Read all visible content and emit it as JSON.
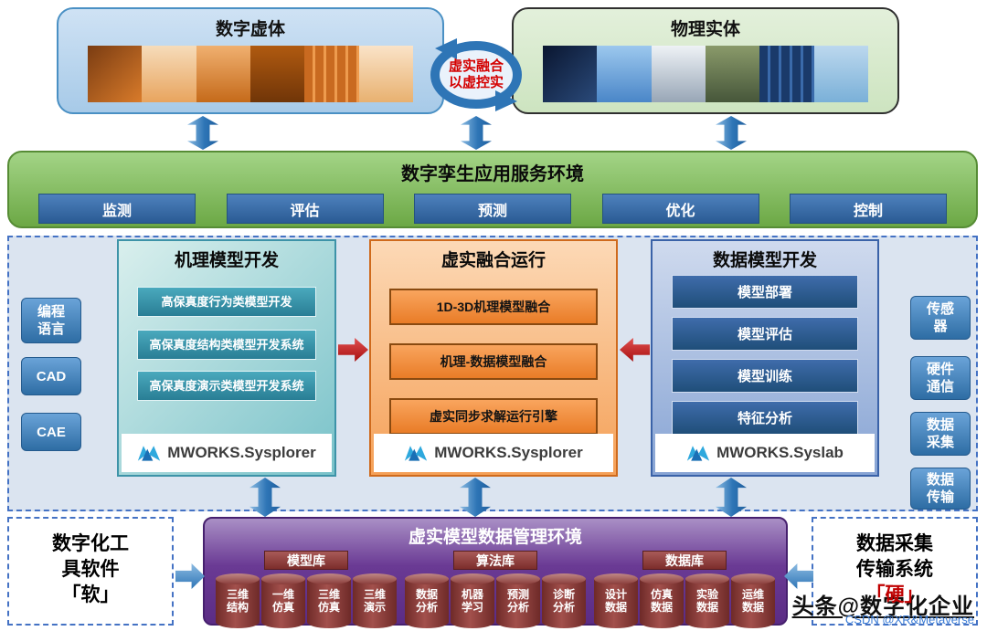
{
  "top": {
    "digital_title": "数字虚体",
    "physical_title": "物理实体",
    "fusion_line1": "虚实融合",
    "fusion_line2": "以虚控实",
    "digital_images": [
      "space-shuttle",
      "fighter-jet",
      "high-speed-train",
      "tank",
      "solar-panels",
      "wind-turbines"
    ],
    "physical_images": [
      "space-shuttle",
      "fighter-jet",
      "high-speed-train",
      "tank",
      "solar-panels",
      "wind-turbines"
    ]
  },
  "service_env": {
    "title": "数字孪生应用服务环境",
    "buttons": [
      "监测",
      "评估",
      "预测",
      "优化",
      "控制"
    ]
  },
  "left_tools": [
    "编程语言",
    "CAD",
    "CAE"
  ],
  "right_tools": [
    "传感器",
    "硬件通信",
    "数据采集",
    "数据传输"
  ],
  "columns": [
    {
      "title": "机理模型开发",
      "items": [
        "高保真度行为类模型开发",
        "高保真度结构类模型开发系统",
        "高保真度演示类模型开发系统"
      ],
      "product": "MWORKS.Sysplorer"
    },
    {
      "title": "虚实融合运行",
      "items": [
        "1D-3D机理模型融合",
        "机理-数据模型融合",
        "虚实同步求解运行引擎"
      ],
      "product": "MWORKS.Sysplorer"
    },
    {
      "title": "数据模型开发",
      "items": [
        "模型部署",
        "模型评估",
        "模型训练",
        "特征分析"
      ],
      "product": "MWORKS.Syslab"
    }
  ],
  "data_mgmt": {
    "title": "虚实模型数据管理环境",
    "groups": [
      {
        "label": "模型库",
        "cylinders": [
          {
            "l1": "三维",
            "l2": "结构"
          },
          {
            "l1": "一维",
            "l2": "仿真"
          },
          {
            "l1": "三维",
            "l2": "仿真"
          },
          {
            "l1": "三维",
            "l2": "演示"
          }
        ]
      },
      {
        "label": "算法库",
        "cylinders": [
          {
            "l1": "数据",
            "l2": "分析"
          },
          {
            "l1": "机器",
            "l2": "学习"
          },
          {
            "l1": "预测",
            "l2": "分析"
          },
          {
            "l1": "诊断",
            "l2": "分析"
          }
        ]
      },
      {
        "label": "数据库",
        "cylinders": [
          {
            "l1": "设计",
            "l2": "数据"
          },
          {
            "l1": "仿真",
            "l2": "数据"
          },
          {
            "l1": "实验",
            "l2": "数据"
          },
          {
            "l1": "运维",
            "l2": "数据"
          }
        ]
      }
    ]
  },
  "bottom_left": {
    "line1": "数字化工",
    "line2": "具软件",
    "line3": "「软」"
  },
  "bottom_right": {
    "line1": "数据采集",
    "line2": "传输系统",
    "tag": "「硬」"
  },
  "watermark": {
    "main": "头条@数字化企业",
    "sub": "CSDN @XR&Metaverse"
  },
  "colors": {
    "accent_blue": "#2E75B6",
    "green": "#70AD47",
    "button_blue": "#2A5B94",
    "teal": "#297E95",
    "orange": "#ED7D31",
    "dark_blue": "#1F4E79",
    "purple": "#6A3A94",
    "maroon": "#7C2D2B",
    "red": "#C00000"
  }
}
